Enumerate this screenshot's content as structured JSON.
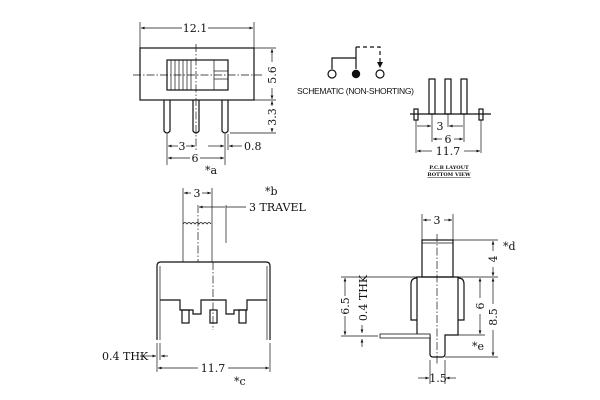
{
  "top_view": {
    "width": "12.1",
    "height": "5.6",
    "pin_length": "3.3",
    "pitch": "3",
    "span": "6",
    "pin_width": "0.8",
    "note": "*a"
  },
  "schematic": {
    "label": "SCHEMATIC (NON-SHORTING)"
  },
  "pcb_layout": {
    "pitch": "3",
    "span": "6",
    "width": "11.7",
    "title": "P.C.B LAYOUT",
    "subtitle": "BOTTOM VIEW"
  },
  "front_view": {
    "actuator_width": "3",
    "travel": "3 TRAVEL",
    "note_b": "*b",
    "thickness": "0.4 THK",
    "width": "11.7",
    "note_c": "*c"
  },
  "side_view": {
    "actuator_width": "3",
    "actuator_height": "4",
    "note_d": "*d",
    "body_height": "6",
    "total_height": "8.5",
    "leaf_height": "6.5",
    "thickness": "0.4 THK",
    "note_e": "*e",
    "stem_width": "1.5"
  }
}
